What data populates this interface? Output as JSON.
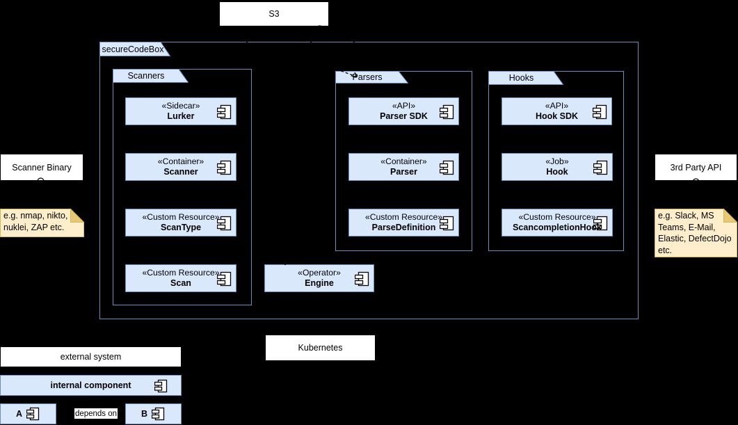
{
  "system": {
    "label": "secureCodeBox"
  },
  "nodes": {
    "s3": "S3",
    "scanner_binary": "Scanner Binary",
    "third_party_api": "3rd Party API",
    "kubernetes": "Kubernetes"
  },
  "packages": {
    "scanners": {
      "label": "Scanners",
      "components": [
        {
          "stereotype": "«Sidecar»",
          "name": "Lurker"
        },
        {
          "stereotype": "«Container»",
          "name": "Scanner"
        },
        {
          "stereotype": "«Custom Resource»",
          "name": "ScanType"
        },
        {
          "stereotype": "«Custom Resource»",
          "name": "Scan"
        }
      ]
    },
    "parsers": {
      "label": "Parsers",
      "components": [
        {
          "stereotype": "«API»",
          "name": "Parser SDK"
        },
        {
          "stereotype": "«Container»",
          "name": "Parser"
        },
        {
          "stereotype": "«Custom Resource»",
          "name": "ParseDefinition"
        }
      ]
    },
    "hooks": {
      "label": "Hooks",
      "components": [
        {
          "stereotype": "«API»",
          "name": "Hook SDK"
        },
        {
          "stereotype": "«Job»",
          "name": "Hook"
        },
        {
          "stereotype": "«Custom Resource»",
          "name": "ScancompletionHook"
        }
      ]
    }
  },
  "engine": {
    "stereotype": "«Operator»",
    "name": "Engine"
  },
  "notes": {
    "scanner_examples": {
      "lines": [
        "e.g. nmap, nikto,",
        "nuklei, ZAP etc."
      ]
    },
    "hook_examples": {
      "lines": [
        "e.g. Slack, MS",
        "Teams, E-Mail,",
        "Elastic, DefectDojo",
        "etc."
      ]
    }
  },
  "legend": {
    "external_system": "external system",
    "internal_component": "internal component",
    "component_a": "A",
    "component_b": "B",
    "depends_on": "depends on"
  },
  "colors": {
    "background": "#000000",
    "component_fill": "#dae8fc",
    "component_border": "#6c8ebf",
    "node_fill": "#ffffff",
    "note_fill": "#ffeecb",
    "note_fold": "#e6c878",
    "note_border": "#d6b656",
    "text": "#000000"
  }
}
